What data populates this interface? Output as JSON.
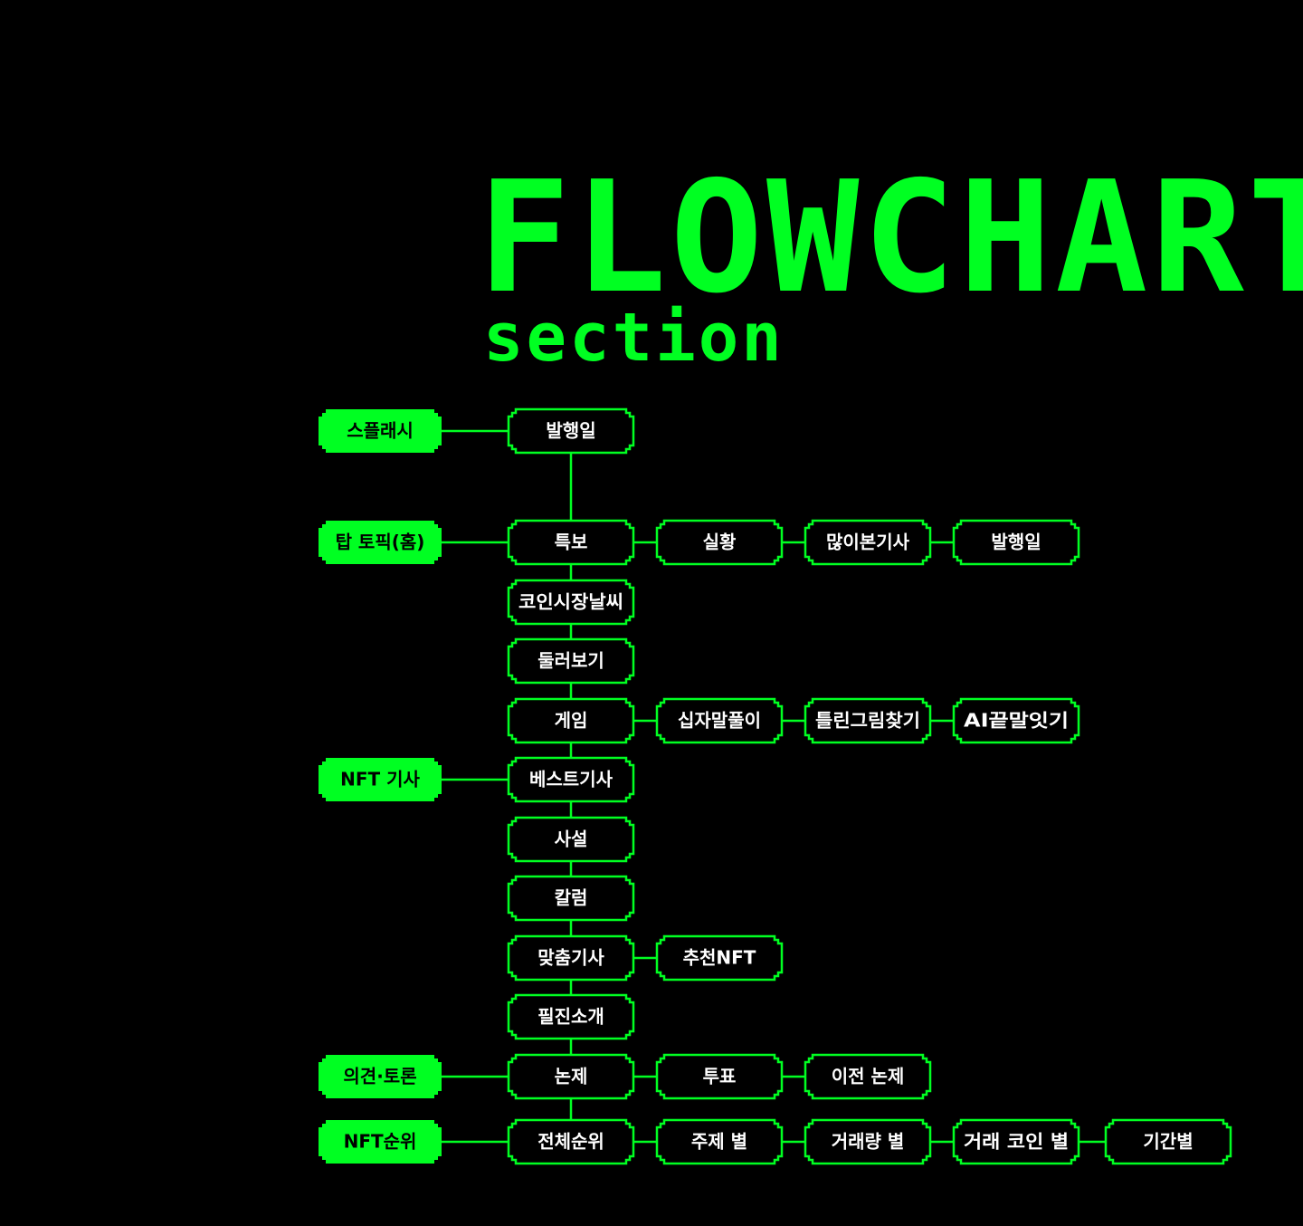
{
  "header": {
    "title": "FLOWCHART",
    "subtitle": "section"
  },
  "colors": {
    "background": "#000000",
    "accent": "#00ff22",
    "text_on_accent": "#000000",
    "text_on_dark": "#ffffff"
  },
  "sections": [
    {
      "id": "splash",
      "label": "스플래시"
    },
    {
      "id": "top",
      "label": "탑 토픽(홈)"
    },
    {
      "id": "nft-article",
      "label": "NFT 기사"
    },
    {
      "id": "opinion",
      "label": "의견·토론"
    },
    {
      "id": "nft-rank",
      "label": "NFT순위"
    }
  ],
  "nodes": [
    {
      "id": "issue-date-1",
      "label": "발행일"
    },
    {
      "id": "breaking",
      "label": "특보"
    },
    {
      "id": "live",
      "label": "실황"
    },
    {
      "id": "most-read",
      "label": "많이본기사"
    },
    {
      "id": "issue-date-2",
      "label": "발행일"
    },
    {
      "id": "coin-weather",
      "label": "코인시장날씨"
    },
    {
      "id": "browse",
      "label": "둘러보기"
    },
    {
      "id": "game",
      "label": "게임"
    },
    {
      "id": "crossword",
      "label": "십자말풀이"
    },
    {
      "id": "spot-diff",
      "label": "틀린그림찾기"
    },
    {
      "id": "ai-wordchain",
      "label": "AI끝말잇기"
    },
    {
      "id": "best-articles",
      "label": "베스트기사"
    },
    {
      "id": "editorial",
      "label": "사설"
    },
    {
      "id": "column",
      "label": "칼럼"
    },
    {
      "id": "custom-articles",
      "label": "맞춤기사"
    },
    {
      "id": "recommended-nft",
      "label": "추천NFT"
    },
    {
      "id": "photo-intro",
      "label": "필진소개"
    },
    {
      "id": "topic",
      "label": "논제"
    },
    {
      "id": "vote",
      "label": "투표"
    },
    {
      "id": "prev-topic",
      "label": "이전 논제"
    },
    {
      "id": "overall-rank",
      "label": "전체순위"
    },
    {
      "id": "by-subject",
      "label": "주제 별"
    },
    {
      "id": "by-volume",
      "label": "거래량 별"
    },
    {
      "id": "by-coin",
      "label": "거래 코인 별"
    },
    {
      "id": "by-period",
      "label": "기간별"
    }
  ],
  "edges": [
    [
      "splash",
      "issue-date-1"
    ],
    [
      "issue-date-1",
      "breaking"
    ],
    [
      "top",
      "breaking"
    ],
    [
      "breaking",
      "live"
    ],
    [
      "live",
      "most-read"
    ],
    [
      "most-read",
      "issue-date-2"
    ],
    [
      "breaking",
      "coin-weather"
    ],
    [
      "coin-weather",
      "browse"
    ],
    [
      "browse",
      "game"
    ],
    [
      "game",
      "crossword"
    ],
    [
      "crossword",
      "spot-diff"
    ],
    [
      "spot-diff",
      "ai-wordchain"
    ],
    [
      "game",
      "best-articles"
    ],
    [
      "nft-article",
      "best-articles"
    ],
    [
      "best-articles",
      "editorial"
    ],
    [
      "editorial",
      "column"
    ],
    [
      "column",
      "custom-articles"
    ],
    [
      "custom-articles",
      "recommended-nft"
    ],
    [
      "custom-articles",
      "photo-intro"
    ],
    [
      "photo-intro",
      "topic"
    ],
    [
      "opinion",
      "topic"
    ],
    [
      "topic",
      "vote"
    ],
    [
      "vote",
      "prev-topic"
    ],
    [
      "topic",
      "overall-rank"
    ],
    [
      "nft-rank",
      "overall-rank"
    ],
    [
      "overall-rank",
      "by-subject"
    ],
    [
      "by-subject",
      "by-volume"
    ],
    [
      "by-volume",
      "by-coin"
    ],
    [
      "by-coin",
      "by-period"
    ]
  ]
}
